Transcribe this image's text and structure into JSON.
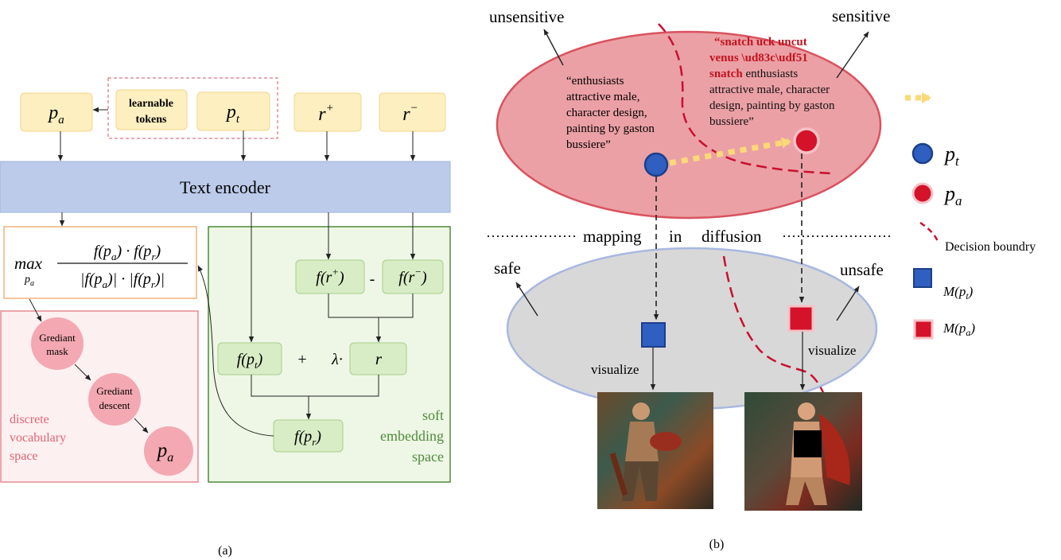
{
  "panel_a": {
    "caption": "(a)",
    "tokens": {
      "p_a": "p",
      "p_a_sub": "a",
      "learnable_line1": "learnable",
      "learnable_line2": "tokens",
      "p_t": "p",
      "p_t_sub": "t",
      "r_plus": "r",
      "r_plus_sup": "+",
      "r_minus": "r",
      "r_minus_sup": "−"
    },
    "text_encoder": "Text encoder",
    "objective": {
      "max": "max",
      "max_sub": "p",
      "max_sub_sub": "a",
      "numerator": "f(p",
      "numerator_sub1": "a",
      "numerator_mid": ") · f(p",
      "numerator_sub2": "r",
      "numerator_end": ")",
      "denominator": "|f(p",
      "denominator_sub1": "a",
      "denominator_mid": ")| · |f(p",
      "denominator_sub2": "r",
      "denominator_end": ")|"
    },
    "discrete": {
      "node1_line1": "Grediant",
      "node1_line2": "mask",
      "node2_line1": "Grediant",
      "node2_line2": "descent",
      "node3": "p",
      "node3_sub": "a",
      "label_line1": "discrete",
      "label_line2": "vocabulary",
      "label_line3": "space"
    },
    "soft": {
      "f_r_plus": "f(r",
      "f_r_plus_sup": "+",
      "f_r_plus_end": ")",
      "minus_op": "-",
      "f_r_minus": "f(r",
      "f_r_minus_sup": "−",
      "f_r_minus_end": ")",
      "f_p_t": "f(p",
      "f_p_t_sub": "t",
      "f_p_t_end": ")",
      "plus_op": "+",
      "lambda_op": "λ·",
      "r_box": "r",
      "f_p_r": "f(p",
      "f_p_r_sub": "r",
      "f_p_r_end": ")",
      "label_line1": "soft",
      "label_line2": "embedding",
      "label_line3": "space"
    }
  },
  "panel_b": {
    "caption": "(b)",
    "unsensitive": "unsensitive",
    "sensitive": "sensitive",
    "safe": "safe",
    "unsafe": "unsafe",
    "mapping": "mapping",
    "in": "in",
    "diffusion": "diffusion",
    "visualize_left": "visualize",
    "visualize_right": "visualize",
    "prompt_t": [
      "“enthusiasts",
      "attractive male,",
      "character design,",
      "painting by gaston",
      "bussiere”"
    ],
    "prompt_a_red": [
      "“snatch uck uncut",
      "venus \\ud83c\\udf51",
      "snatch"
    ],
    "prompt_a_black_first": " enthusiasts",
    "prompt_a_black": [
      "attractive male, character",
      "design, painting by gaston",
      "bussiere”"
    ],
    "legend": {
      "p_t": "p",
      "p_t_sub": "t",
      "p_a": "p",
      "p_a_sub": "a",
      "boundary": "Decision boundry",
      "m_pt": "M(p",
      "m_pt_sub": "t",
      "m_pt_end": ")",
      "m_pa": "M(p",
      "m_pa_sub": "a",
      "m_pa_end": ")"
    }
  },
  "colors": {
    "token_fill": "#fdefc0",
    "token_stroke": "#f3d48a",
    "encoder_fill": "#bccbea",
    "encoder_stroke": "#9fb3dd",
    "objective_stroke": "#f2b27c",
    "discrete_fill": "#fdf0f1",
    "discrete_stroke": "#e58a93",
    "discrete_text": "#e06474",
    "node_fill": "#f3a8b2",
    "soft_fill": "#eef7e6",
    "soft_stroke": "#4e8a3a",
    "soft_text": "#4e8a3a",
    "soft_box_fill": "#d8ecc6",
    "soft_box_stroke": "#a9cf8b",
    "sensitive_fill": "#eba0a5",
    "sensitive_stroke": "#d9535f",
    "safe_fill": "#d8d8d8",
    "safe_stroke": "#a8b8e0",
    "red_marker": "#d4122a",
    "blue_marker": "#2f5fc0",
    "boundary": "#c8102e",
    "yellow_arrow": "#fbd977",
    "red_text": "#c0141f"
  }
}
